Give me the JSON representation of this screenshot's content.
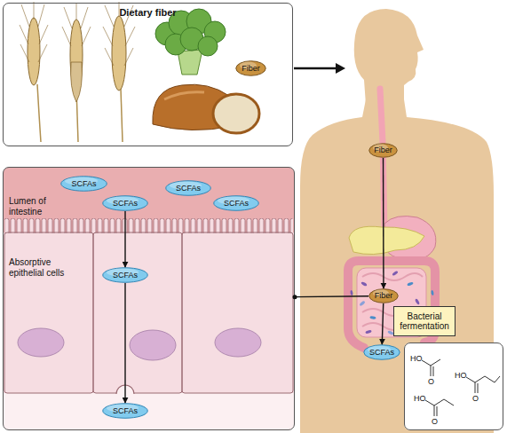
{
  "diagram": {
    "nodes": [
      {
        "text": [
          "Dietary fiber"
        ]
      },
      {
        "text": [
          "Fiber"
        ],
        "in": 0
      },
      {
        "text": [
          "Fiber"
        ]
      },
      {
        "text": [
          "Lumen of intestine",
          "Absorptive epithelial cells"
        ]
      },
      {
        "text": [
          "SCFAs"
        ],
        "in": 3
      },
      {
        "text": [
          "SCFAs"
        ],
        "in": 3
      },
      {
        "text": [
          "SCFAs"
        ],
        "in": 3
      },
      {
        "text": [
          "SCFAs"
        ],
        "in": 3
      },
      {
        "text": [
          "SCFAs"
        ],
        "in": 3
      },
      {
        "text": [
          "SCFAs"
        ],
        "in": 3
      },
      {
        "text": [
          "Fiber"
        ]
      },
      {
        "text": [
          "Bacterial fermentation"
        ]
      },
      {
        "text": [
          "SCFAs"
        ]
      },
      {
        "text": [
          "HO",
          "O",
          "HO",
          "O",
          "HO",
          "O"
        ]
      }
    ],
    "edges": [
      {
        "from": 2,
        "to": 10,
        "arrow": "to"
      },
      {
        "from": 10,
        "to": 12,
        "arrow": "to"
      },
      {
        "from": 6,
        "to": 8,
        "arrow": "to"
      },
      {
        "from": 8,
        "to": 9,
        "arrow": "to"
      },
      {
        "from": 10,
        "to": 3,
        "arrow": "none"
      }
    ]
  }
}
